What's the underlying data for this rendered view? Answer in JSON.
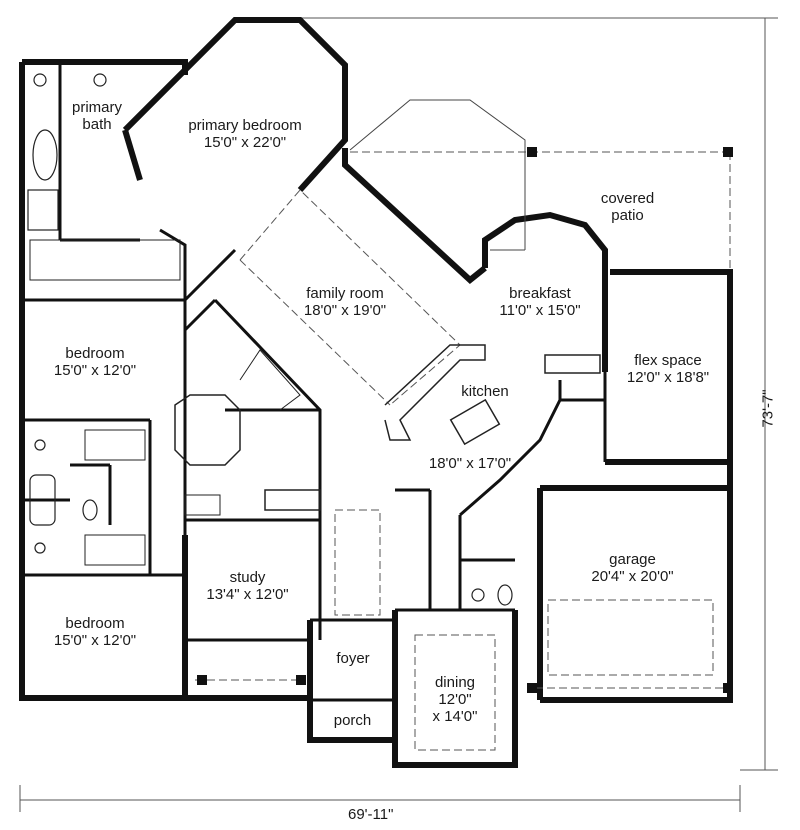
{
  "rooms": {
    "primary_bath": {
      "name_line1": "primary",
      "name_line2": "bath"
    },
    "primary_bedroom": {
      "name": "primary bedroom",
      "size": "15'0\" x 22'0\""
    },
    "covered_patio": {
      "name_line1": "covered",
      "name_line2": "patio"
    },
    "family_room": {
      "name": "family room",
      "size": "18'0\" x 19'0\""
    },
    "breakfast": {
      "name": "breakfast",
      "size": "11'0\" x 15'0\""
    },
    "bedroom_upper": {
      "name": "bedroom",
      "size": "15'0\" x 12'0\""
    },
    "flex_space": {
      "name": "flex space",
      "size": "12'0\" x 18'8\""
    },
    "kitchen": {
      "name": "kitchen",
      "size": "18'0\" x 17'0\""
    },
    "garage": {
      "name": "garage",
      "size": "20'4\" x 20'0\""
    },
    "study": {
      "name": "study",
      "size": "13'4\" x 12'0\""
    },
    "bedroom_lower": {
      "name": "bedroom",
      "size": "15'0\" x 12'0\""
    },
    "foyer": {
      "name": "foyer"
    },
    "dining": {
      "name": "dining",
      "size_line1": "12'0\"",
      "size_line2": "x 14'0\""
    },
    "porch": {
      "name": "porch"
    }
  },
  "dimensions": {
    "overall_width": "69'-11\"",
    "overall_depth": "73'-7\""
  },
  "colors": {
    "wall": "#111111",
    "line": "#333333",
    "background": "#ffffff"
  }
}
